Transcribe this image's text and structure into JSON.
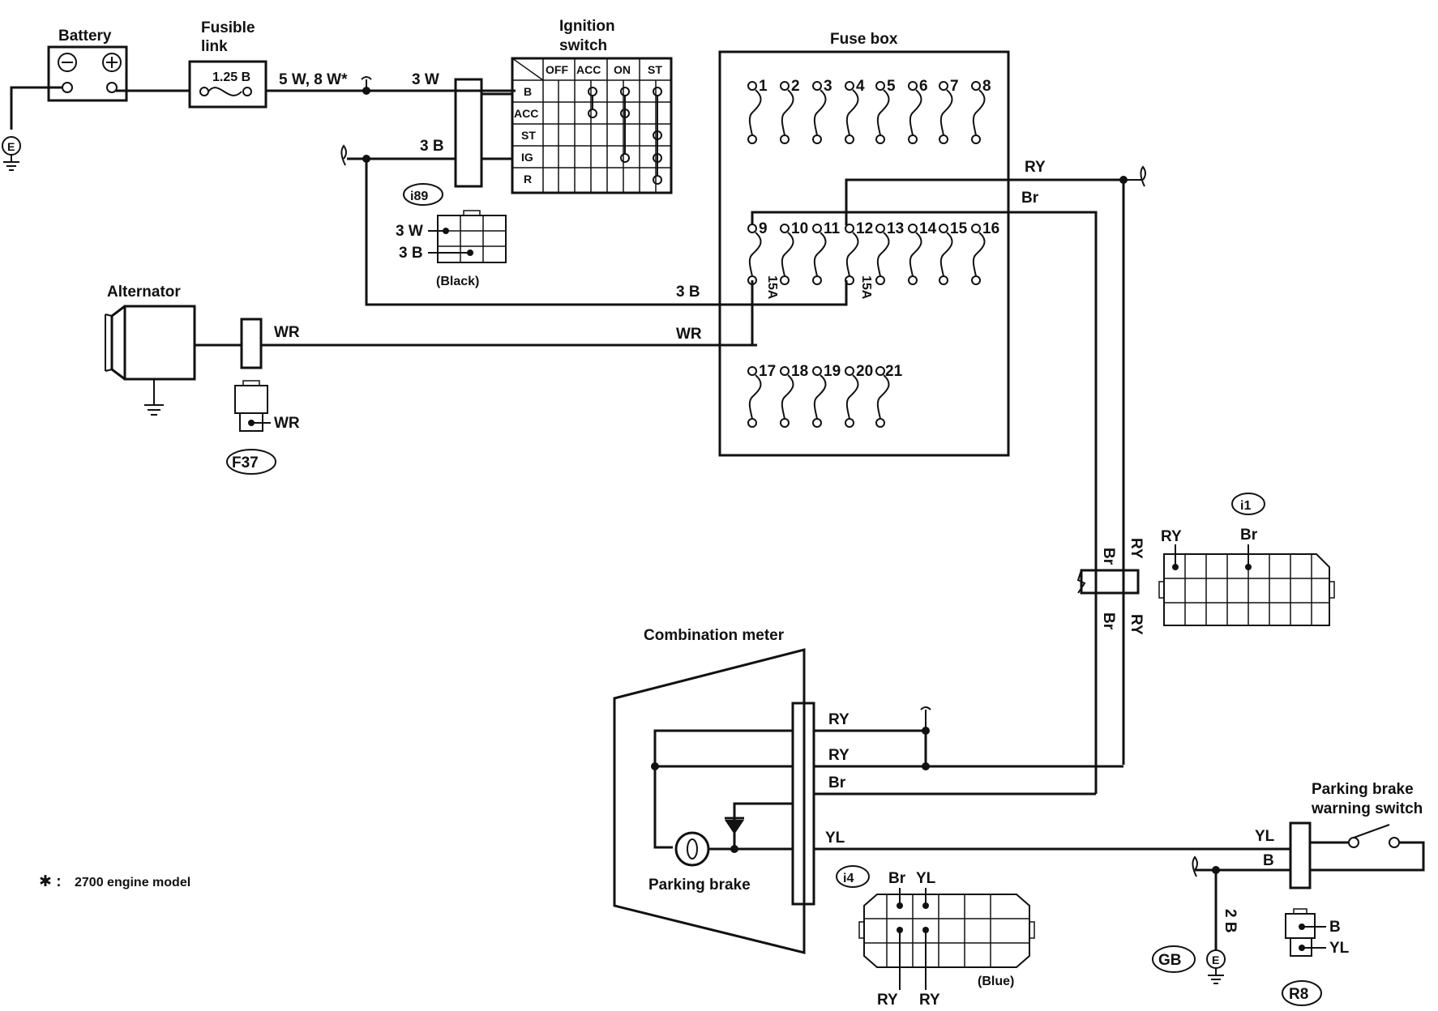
{
  "battery": {
    "title": "Battery",
    "ground": "E"
  },
  "fusible_link": {
    "title_line1": "Fusible",
    "title_line2": "link",
    "rating": "1.25 B",
    "wire_out": "5 W, 8 W*"
  },
  "ignition_switch": {
    "title_line1": "Ignition",
    "title_line2": "switch",
    "columns": [
      "OFF",
      "ACC",
      "ON",
      "ST"
    ],
    "rows": [
      "B",
      "ACC",
      "ST",
      "IG",
      "R"
    ],
    "wire_in": "3 W",
    "wire_out": "3 B"
  },
  "connector_i89": {
    "id": "i89",
    "pins": [
      "3 W",
      "3 B"
    ],
    "color": "(Black)"
  },
  "alternator": {
    "title": "Alternator",
    "wire": "WR"
  },
  "connector_f37": {
    "id": "F37",
    "pin": "WR"
  },
  "fuse_box": {
    "title": "Fuse box",
    "row1": [
      "1",
      "2",
      "3",
      "4",
      "5",
      "6",
      "7",
      "8"
    ],
    "row2": [
      "9",
      "10",
      "11",
      "12",
      "13",
      "14",
      "15",
      "16"
    ],
    "row3": [
      "17",
      "18",
      "19",
      "20",
      "21"
    ],
    "rating_9": "15A",
    "rating_12": "15A",
    "wire_3b": "3 B",
    "wire_wr": "WR",
    "wire_ry": "RY",
    "wire_br": "Br"
  },
  "harness_vertical": {
    "br": "Br",
    "ry": "RY"
  },
  "connector_i1": {
    "id": "i1",
    "pins": [
      "RY",
      "Br"
    ]
  },
  "combination_meter": {
    "title": "Combination meter",
    "wires": [
      "RY",
      "RY",
      "Br",
      "YL"
    ],
    "lamp_label": "Parking brake"
  },
  "connector_i4": {
    "id": "i4",
    "top_pins": [
      "Br",
      "YL"
    ],
    "bottom_pins": [
      "RY",
      "RY"
    ],
    "color": "(Blue)"
  },
  "parking_brake_switch": {
    "title_line1": "Parking brake",
    "title_line2": "warning switch",
    "wire_yl": "YL",
    "wire_b": "B"
  },
  "ground_gb": {
    "id": "GB",
    "wire": "2 B",
    "ground": "E"
  },
  "connector_r8": {
    "id": "R8",
    "pins": [
      "B",
      "YL"
    ]
  },
  "footnote": {
    "mark": "✱ :",
    "text": "2700 engine model"
  }
}
